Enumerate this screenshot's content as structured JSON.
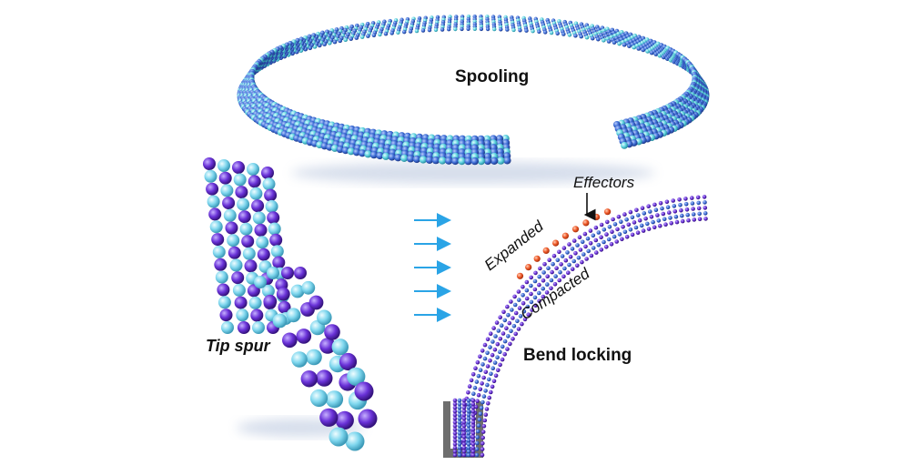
{
  "labels": {
    "spooling": "Spooling",
    "tip_spur": "Tip spur",
    "bend_locking": "Bend locking",
    "effectors": "Effectors",
    "expanded": "Expanded",
    "compacted": "Compacted"
  },
  "colors": {
    "bead_blue": "#3f6fd8",
    "bead_cyan": "#5fd3e0",
    "bead_violet": "#6a32d8",
    "bead_lightblue": "#7fd7ee",
    "effector": "#ef5a2a",
    "arrow": "#2aa4e6",
    "base": "#6e6e6e"
  },
  "icons": {
    "flow_arrows": "right-arrow-icon",
    "effector_pointer": "down-arrow-icon"
  }
}
